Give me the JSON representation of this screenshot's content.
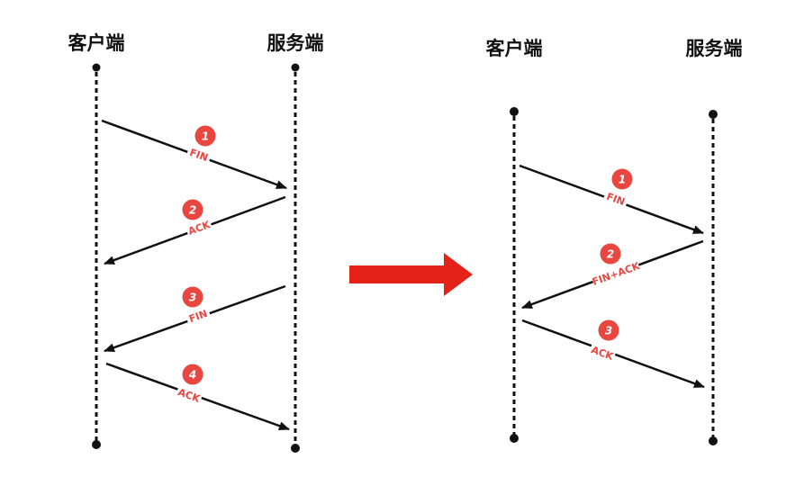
{
  "colors": {
    "ink": "#111111",
    "accent": "#e8463f",
    "big_arrow": "#e42218"
  },
  "left": {
    "client": "客户端",
    "server": "服务端",
    "steps": [
      {
        "num": "1",
        "label": "FIN"
      },
      {
        "num": "2",
        "label": "ACK"
      },
      {
        "num": "3",
        "label": "FIN"
      },
      {
        "num": "4",
        "label": "ACK"
      }
    ]
  },
  "right": {
    "client": "客户端",
    "server": "服务端",
    "steps": [
      {
        "num": "1",
        "label": "FIN"
      },
      {
        "num": "2",
        "label": "FIN+ACK"
      },
      {
        "num": "3",
        "label": "ACK"
      }
    ]
  }
}
